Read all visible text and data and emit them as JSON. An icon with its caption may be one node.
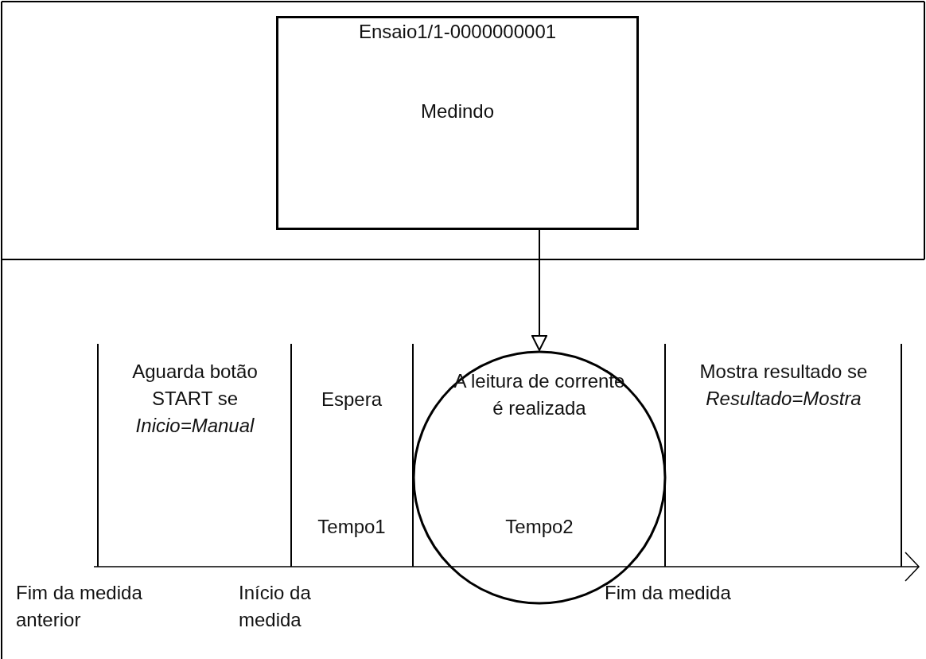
{
  "diagram": {
    "nodes": [
      {
        "text": [
          "Ensaio1/1-0000000001",
          "Medindo"
        ]
      },
      {
        "text": [],
        "shape": "circle"
      }
    ],
    "edges": [
      {
        "from": 0,
        "to": 1,
        "arrow": "to"
      }
    ],
    "labels": [
      "Aguarda botão START se *Inicio=Manual*",
      "Espera",
      "A leitura de corrente é realizada",
      "Mostra resultado se *Resultado=Mostra*",
      "Tempo1",
      "Tempo2",
      "Fim da medida anterior",
      "Início da medida",
      "Fim da medida"
    ]
  }
}
